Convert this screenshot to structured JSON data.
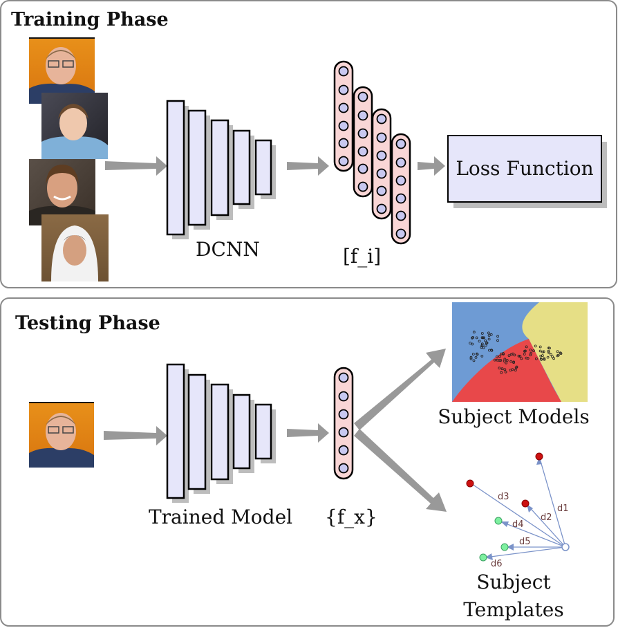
{
  "training": {
    "title": "Training Phase",
    "cnn_label": "DCNN",
    "features_label": "[f_i]",
    "loss_label": "Loss Function",
    "face_photos": [
      "face-photo-1",
      "face-photo-2",
      "face-photo-3",
      "face-photo-4"
    ]
  },
  "testing": {
    "title": "Testing Phase",
    "cnn_label": "Trained Model",
    "features_label": "{f_x}",
    "models_label": "Subject Models",
    "templates_label_line1": "Subject",
    "templates_label_line2": "Templates",
    "distance_labels": [
      "d1",
      "d2",
      "d3",
      "d4",
      "d5",
      "d6"
    ]
  },
  "colors": {
    "layer_fill": "#e6e6fa",
    "feature_fill": "#f9d6d6",
    "node_fill": "#c8c8f0",
    "arrow": "#999999",
    "shadow": "#bdbdbd",
    "region_blue": "#6e9bd4",
    "region_red": "#e8484a",
    "region_yellow": "#e6df86",
    "template_red": "#cc1111",
    "template_green": "#7ef0a0",
    "distance_line": "#7b93c9"
  }
}
